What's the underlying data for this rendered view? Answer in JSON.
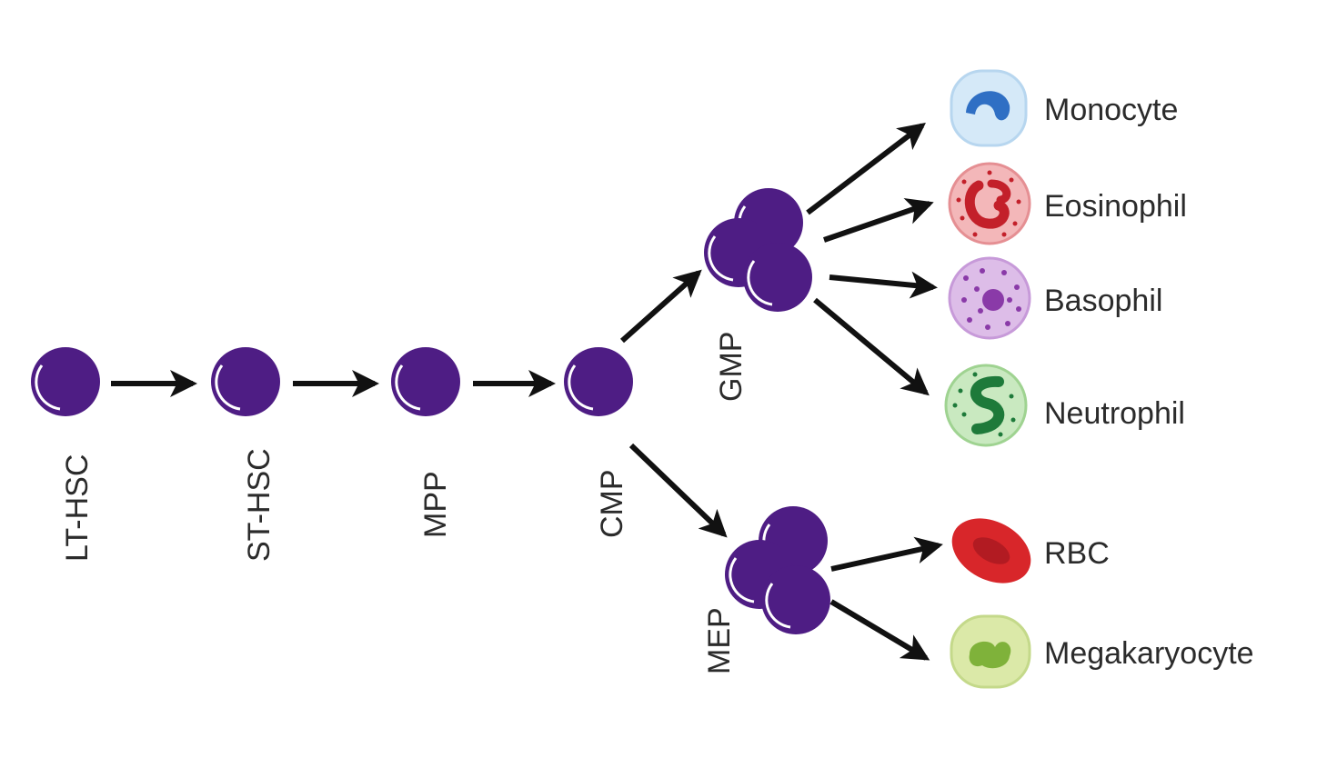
{
  "colors": {
    "stem": "#4e1d84",
    "stem_rim": "#ffffff",
    "arrow": "#111111",
    "monocyte_fill": "#d5e9f8",
    "monocyte_nucleus": "#2f6fc4",
    "eosinophil_fill": "#f3b7b9",
    "eosinophil_nucleus": "#c3202a",
    "basophil_fill": "#ddbde8",
    "basophil_nucleus": "#8a3aa8",
    "neutrophil_fill": "#c9e9c0",
    "neutrophil_nucleus": "#1e7a3a",
    "rbc_fill": "#d8262a",
    "rbc_center": "#b21b22",
    "megakaryocyte_fill": "#dbe9a8",
    "megakaryocyte_nucleus": "#7fb23a"
  },
  "stages": {
    "lt_hsc": "LT-HSC",
    "st_hsc": "ST-HSC",
    "mpp": "MPP",
    "cmp": "CMP",
    "gmp": "GMP",
    "mep": "MEP"
  },
  "cells": {
    "monocyte": "Monocyte",
    "eosinophil": "Eosinophil",
    "basophil": "Basophil",
    "neutrophil": "Neutrophil",
    "rbc": "RBC",
    "megakaryocyte": "Megakaryocyte"
  }
}
